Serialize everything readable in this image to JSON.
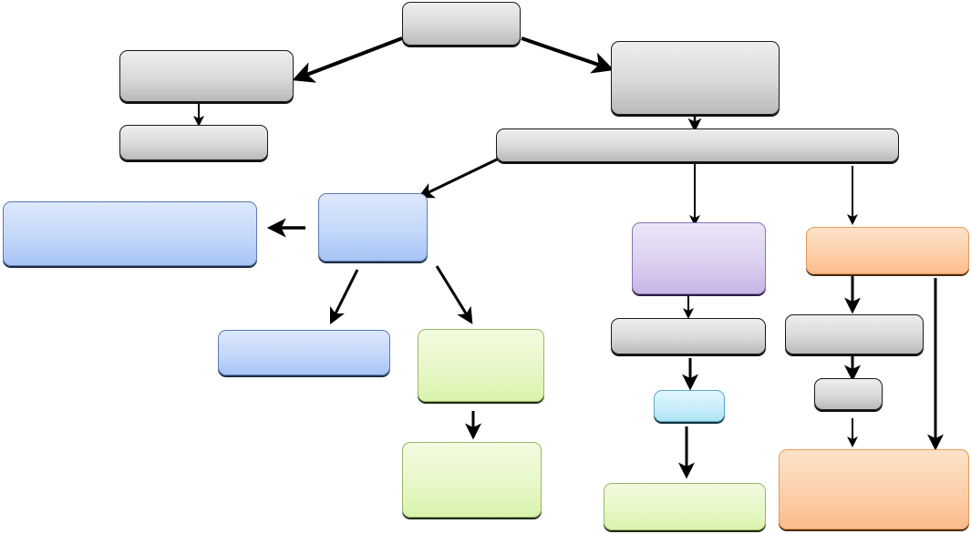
{
  "diagram": {
    "type": "flowchart",
    "colors": {
      "gray": "#d9d9d9",
      "blue": "#c4d8fa",
      "purple": "#dcd0f0",
      "orange": "#fcd0ab",
      "green": "#e7f8c8",
      "cyan": "#c9eef9",
      "edge": "#000000"
    },
    "nodes": [
      {
        "id": "root",
        "color": "gray",
        "label": ""
      },
      {
        "id": "left-a",
        "color": "gray",
        "label": ""
      },
      {
        "id": "left-b",
        "color": "gray",
        "label": ""
      },
      {
        "id": "right-a",
        "color": "gray",
        "label": ""
      },
      {
        "id": "bar",
        "color": "gray",
        "label": ""
      },
      {
        "id": "blue-hub",
        "color": "blue",
        "label": ""
      },
      {
        "id": "blue-wide",
        "color": "blue",
        "label": ""
      },
      {
        "id": "blue-low",
        "color": "blue",
        "label": ""
      },
      {
        "id": "green-a",
        "color": "green",
        "label": ""
      },
      {
        "id": "green-b",
        "color": "green",
        "label": ""
      },
      {
        "id": "purple",
        "color": "purple",
        "label": ""
      },
      {
        "id": "gray-mid",
        "color": "gray",
        "label": ""
      },
      {
        "id": "cyan",
        "color": "cyan",
        "label": ""
      },
      {
        "id": "green-c",
        "color": "green",
        "label": ""
      },
      {
        "id": "orange-top",
        "color": "orange",
        "label": ""
      },
      {
        "id": "gray-r1",
        "color": "gray",
        "label": ""
      },
      {
        "id": "gray-r2",
        "color": "gray",
        "label": ""
      },
      {
        "id": "orange-big",
        "color": "orange",
        "label": ""
      }
    ],
    "edges": [
      {
        "from": "root",
        "to": "left-a"
      },
      {
        "from": "root",
        "to": "right-a"
      },
      {
        "from": "left-a",
        "to": "left-b"
      },
      {
        "from": "right-a",
        "to": "bar"
      },
      {
        "from": "bar",
        "to": "blue-hub"
      },
      {
        "from": "bar",
        "to": "purple"
      },
      {
        "from": "bar",
        "to": "orange-top"
      },
      {
        "from": "blue-hub",
        "to": "blue-wide"
      },
      {
        "from": "blue-hub",
        "to": "blue-low"
      },
      {
        "from": "blue-hub",
        "to": "green-a"
      },
      {
        "from": "green-a",
        "to": "green-b"
      },
      {
        "from": "purple",
        "to": "gray-mid"
      },
      {
        "from": "gray-mid",
        "to": "cyan"
      },
      {
        "from": "cyan",
        "to": "green-c"
      },
      {
        "from": "orange-top",
        "to": "gray-r1"
      },
      {
        "from": "gray-r1",
        "to": "gray-r2"
      },
      {
        "from": "gray-r2",
        "to": "orange-big"
      },
      {
        "from": "orange-top",
        "to": "orange-big"
      }
    ]
  }
}
